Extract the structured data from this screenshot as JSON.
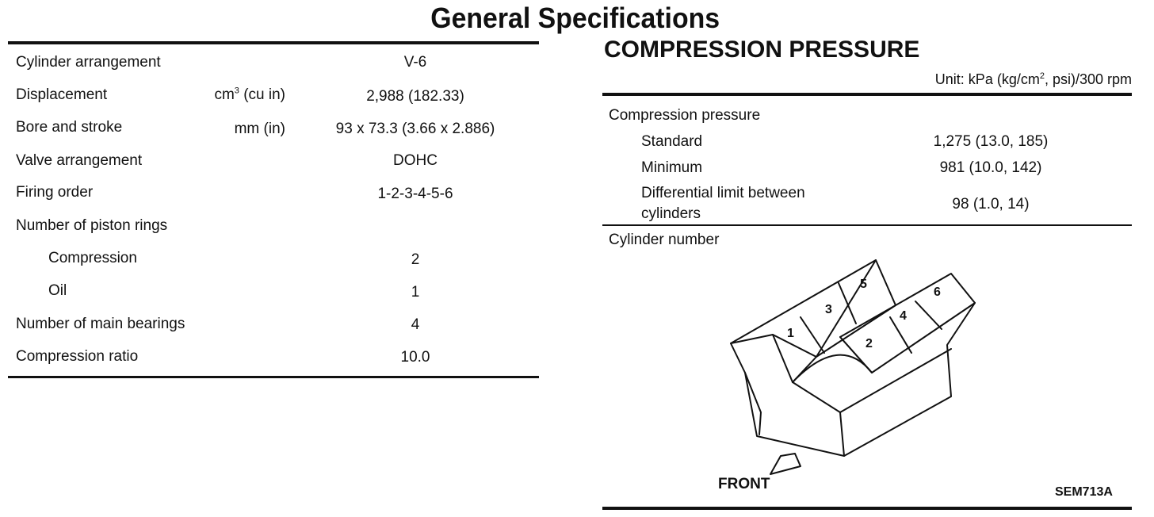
{
  "title": "General Specifications",
  "left_table": {
    "rows": [
      {
        "label": "Cylinder arrangement",
        "unit": "",
        "value": "V-6"
      },
      {
        "label": "Displacement",
        "unit": "cm³ (cu in)",
        "value": "2,988 (182.33)"
      },
      {
        "label": "Bore and stroke",
        "unit": "mm (in)",
        "value": "93 x 73.3 (3.66 x 2.886)"
      },
      {
        "label": "Valve arrangement",
        "unit": "",
        "value": "DOHC"
      },
      {
        "label": "Firing order",
        "unit": "",
        "value": "1-2-3-4-5-6"
      },
      {
        "label": "Number of piston rings",
        "unit": "",
        "value": ""
      },
      {
        "label": "Compression",
        "unit": "",
        "value": "2"
      },
      {
        "label": "Oil",
        "unit": "",
        "value": "1"
      },
      {
        "label": "Number of main bearings",
        "unit": "",
        "value": "4"
      },
      {
        "label": "Compression ratio",
        "unit": "",
        "value": "10.0"
      }
    ]
  },
  "compression": {
    "title": "COMPRESSION PRESSURE",
    "unit_note": "Unit: kPa (kg/cm², psi)/300 rpm",
    "section_label": "Compression pressure",
    "rows": [
      {
        "label": "Standard",
        "value": "1,275 (13.0, 185)"
      },
      {
        "label": "Minimum",
        "value": "981 (10.0, 142)"
      },
      {
        "label": "Differential limit between",
        "label2": "cylinders",
        "value": "98 (1.0, 14)"
      }
    ],
    "cylinder_label": "Cylinder number",
    "diagram": {
      "cylinders": [
        "1",
        "2",
        "3",
        "4",
        "5",
        "6"
      ],
      "front_label": "FRONT",
      "code": "SEM713A"
    }
  }
}
